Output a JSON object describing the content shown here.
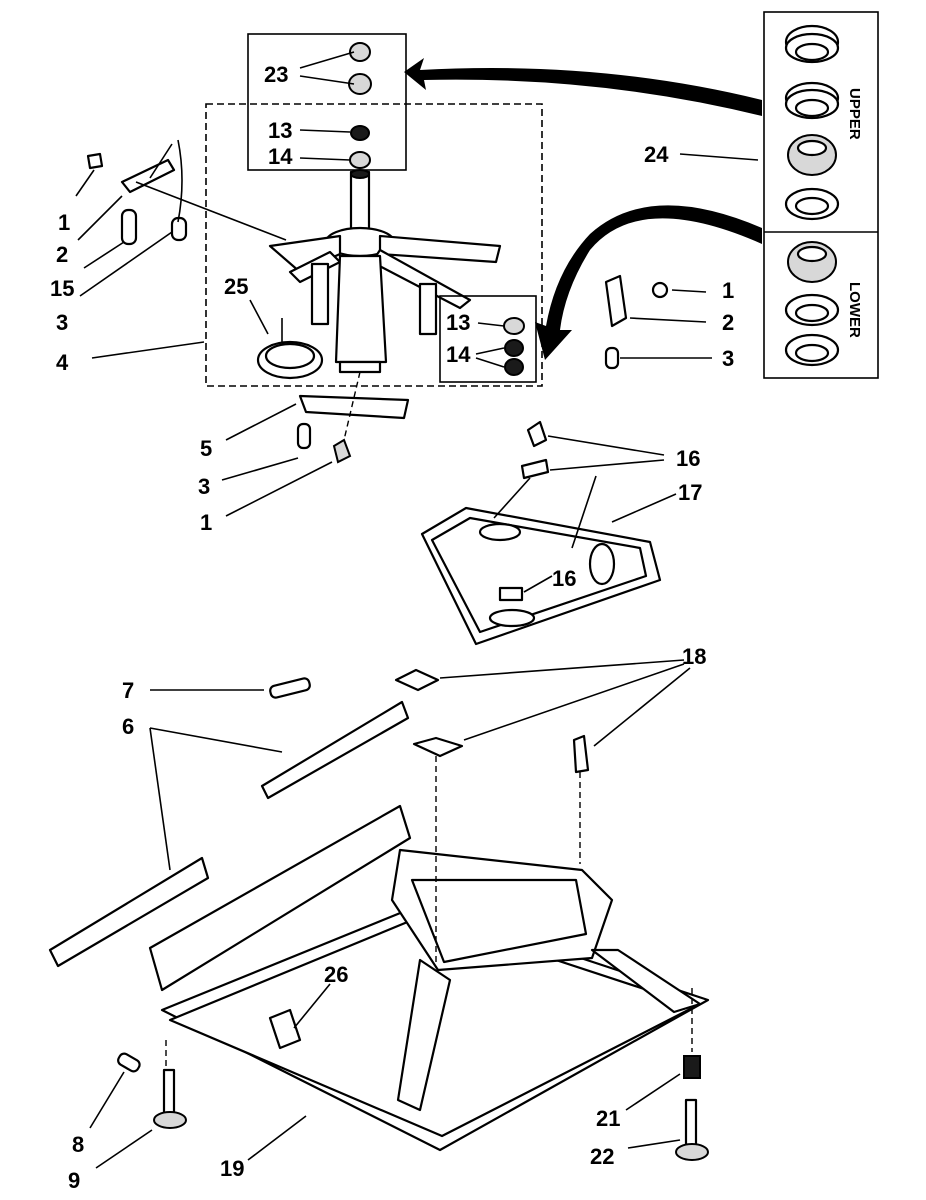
{
  "header_fragment": "",
  "callouts": {
    "c23": "23",
    "c13a": "13",
    "c14a": "14",
    "c1a": "1",
    "c2a": "2",
    "c15": "15",
    "c3a": "3",
    "c4": "4",
    "c25": "25",
    "c13b": "13",
    "c14b": "14",
    "c1b": "1",
    "c2b": "2",
    "c3b": "3",
    "c24": "24",
    "c5": "5",
    "c3c": "3",
    "c1c": "1",
    "c16a": "16",
    "c17": "17",
    "c16b": "16",
    "c18": "18",
    "c7": "7",
    "c6": "6",
    "c26": "26",
    "c8": "8",
    "c9": "9",
    "c19": "19",
    "c21": "21",
    "c22": "22"
  },
  "seal_kit": {
    "upper_label": "UPPER",
    "lower_label": "LOWER"
  },
  "colors": {
    "ink": "#000000",
    "paper": "#ffffff"
  }
}
